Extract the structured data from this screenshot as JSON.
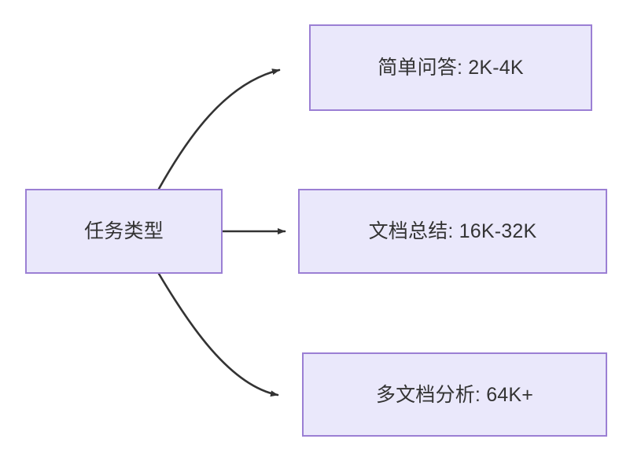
{
  "diagram": {
    "type": "flowchart",
    "direction": "left-to-right",
    "background_color": "#ffffff",
    "node_fill_color": "#eae8fb",
    "node_border_color": "#9b7fd4",
    "node_text_color": "#333333",
    "edge_color": "#333333",
    "source": {
      "id": "task-type",
      "label": "任务类型"
    },
    "targets": [
      {
        "id": "simple-qa",
        "label": "简单问答: 2K-4K",
        "task": "简单问答",
        "range": "2K-4K"
      },
      {
        "id": "doc-summary",
        "label": "文档总结: 16K-32K",
        "task": "文档总结",
        "range": "16K-32K"
      },
      {
        "id": "multi-doc",
        "label": "多文档分析: 64K+",
        "task": "多文档分析",
        "range": "64K+"
      }
    ],
    "edges": [
      {
        "id": "edge-to-simple-qa",
        "from": "task-type",
        "to": "simple-qa",
        "style": "curved",
        "arrowhead": "filled-triangle"
      },
      {
        "id": "edge-to-doc-summary",
        "from": "task-type",
        "to": "doc-summary",
        "style": "straight",
        "arrowhead": "filled-triangle"
      },
      {
        "id": "edge-to-multi-doc",
        "from": "task-type",
        "to": "multi-doc",
        "style": "curved",
        "arrowhead": "filled-triangle"
      }
    ]
  }
}
